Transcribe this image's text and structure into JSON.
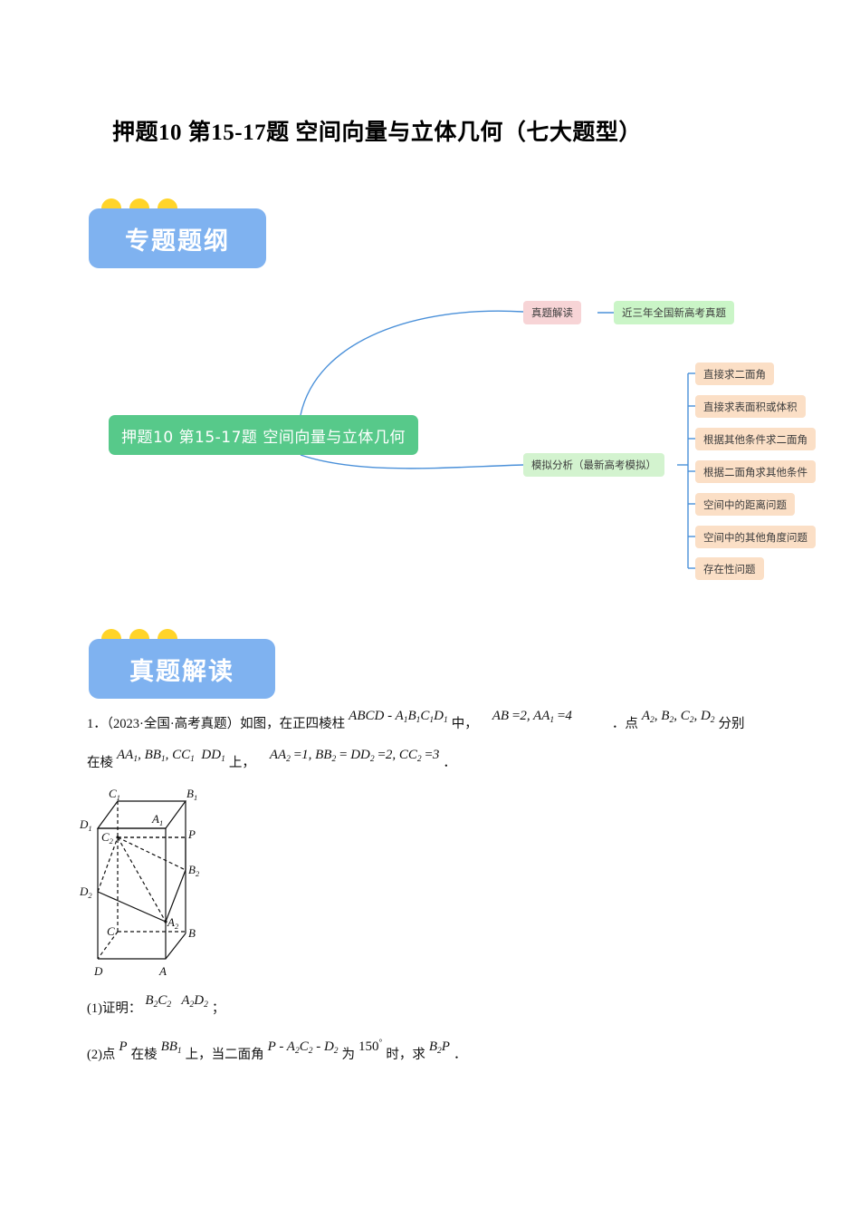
{
  "page": {
    "title": "押题10 第15-17题 空间向量与立体几何（七大题型）"
  },
  "sections": [
    {
      "id": "outline",
      "badge_label": "专题题纲"
    },
    {
      "id": "real-exam",
      "badge_label": "真题解读"
    }
  ],
  "mindmap": {
    "root": "押题10 第15-17题 空间向量与立体几何",
    "branches": [
      {
        "label": "真题解读",
        "color": "#f7d4d6",
        "children": [
          {
            "label": "近三年全国新高考真题",
            "color": "#caf5c7"
          }
        ]
      },
      {
        "label": "模拟分析（最新高考模拟）",
        "color": "#d3f3cf",
        "children": [
          {
            "label": "直接求二面角",
            "color": "#fbdfc6"
          },
          {
            "label": "直接求表面积或体积",
            "color": "#fbdfc6"
          },
          {
            "label": "根据其他条件求二面角",
            "color": "#fbdfc6"
          },
          {
            "label": "根据二面角求其他条件",
            "color": "#fbdfc6"
          },
          {
            "label": "空间中的距离问题",
            "color": "#fbdfc6"
          },
          {
            "label": "空间中的其他角度问题",
            "color": "#fbdfc6"
          },
          {
            "label": "存在性问题",
            "color": "#fbdfc6"
          }
        ]
      }
    ],
    "link_color": "#4a90d9",
    "root_color": "#57c98a"
  },
  "problem": {
    "number": "1．",
    "source": "（2023·全国·高考真题）",
    "stem_part1": "如图，在正四棱柱",
    "prism_name": "ABCD - A",
    "prism_name_b": "B",
    "prism_name_c": "C",
    "prism_name_d": "D",
    "stem_part2": "中，",
    "given_ab": "AB",
    "given_ab_val": "=2,",
    "given_aa1": "AA",
    "given_aa1_val": "=4",
    "stem_part3": "．点",
    "points_list": "A₂, B₂, C₂, D₂",
    "stem_part4": "分别",
    "stem_line2_pre": "在棱",
    "edges_list": "AA₁, BB₁, CC₁  DD₁",
    "stem_line2_mid": "上，",
    "values_list": "AA₂ =1, BB₂ = DD₂ =2, CC₂ =3",
    "stem_line2_end": "．",
    "sub_questions": [
      {
        "prefix": "(1)证明：",
        "math": "B₂C₂  A₂D₂",
        "suffix": "；"
      },
      {
        "prefix": "(2)点",
        "math1": "P",
        "mid1": "在棱",
        "math2": "BB₁",
        "mid2": "上，当二面角",
        "math3": "P - A₂C₂ - D₂",
        "mid3": "为",
        "math4": "150°",
        "mid4": "时，求",
        "math5": "B₂P",
        "suffix": "．"
      }
    ]
  },
  "figure": {
    "name": "rectangular-prism-diagram",
    "vertices": [
      {
        "label": "C",
        "sub": "1"
      },
      {
        "label": "B",
        "sub": "1"
      },
      {
        "label": "D",
        "sub": "1"
      },
      {
        "label": "A",
        "sub": "1"
      },
      {
        "label": "C",
        "sub": "2"
      },
      {
        "label": "P",
        "sub": ""
      },
      {
        "label": "B",
        "sub": "2"
      },
      {
        "label": "D",
        "sub": "2"
      },
      {
        "label": "A",
        "sub": "2"
      },
      {
        "label": "C",
        "sub": ""
      },
      {
        "label": "B",
        "sub": ""
      },
      {
        "label": "D",
        "sub": ""
      },
      {
        "label": "A",
        "sub": ""
      }
    ]
  }
}
